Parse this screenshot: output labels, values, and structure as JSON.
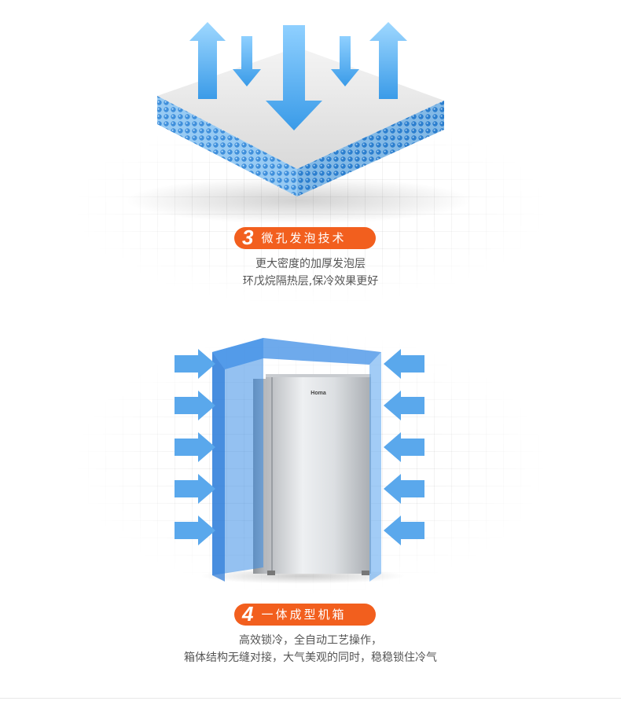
{
  "sections": [
    {
      "number": "3",
      "title": "微孔发泡技术",
      "lines": [
        "更大密度的加厚发泡层",
        "环戊烷隔热层,保冷效果更好"
      ]
    },
    {
      "number": "4",
      "title": "一体成型机箱",
      "lines": [
        "高效锁冷，全自动工艺操作，",
        "箱体结构无缝对接，大气美观的同时，稳稳锁住冷气"
      ]
    }
  ],
  "fridge": {
    "brand": "Homa"
  },
  "colors": {
    "badge": "#f25f1e",
    "arrow_blue": "#5aa8ec",
    "foam_blue": "#2f8fe0",
    "shell_blue": "#3d8ee6"
  }
}
